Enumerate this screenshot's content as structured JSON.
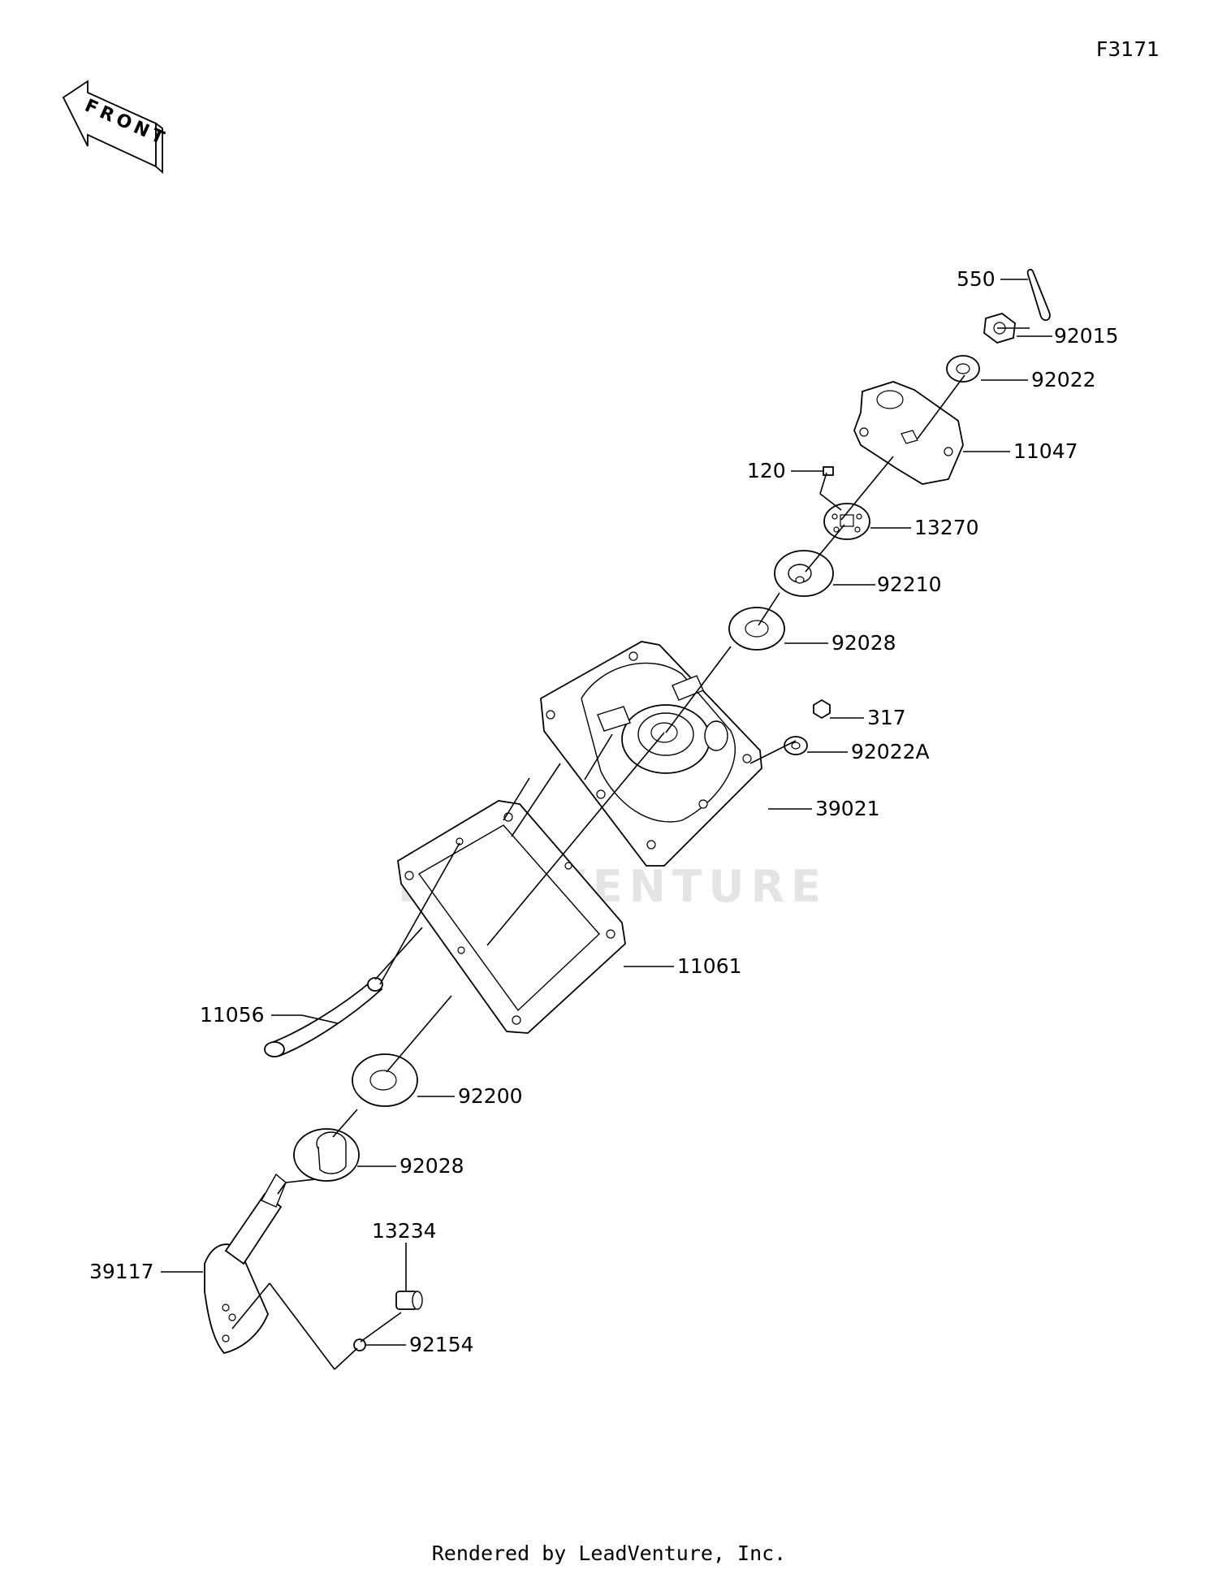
{
  "figure_id": "F3171",
  "front_label": "FRONT",
  "watermark": "LEADVENTURE",
  "footer": "Rendered by LeadVenture, Inc.",
  "parts": [
    {
      "key": "p550",
      "label": "550"
    },
    {
      "key": "p92015",
      "label": "92015"
    },
    {
      "key": "p92022",
      "label": "92022"
    },
    {
      "key": "p11047",
      "label": "11047"
    },
    {
      "key": "p120",
      "label": "120"
    },
    {
      "key": "p13270",
      "label": "13270"
    },
    {
      "key": "p92210",
      "label": "92210"
    },
    {
      "key": "p92028a",
      "label": "92028"
    },
    {
      "key": "p317",
      "label": "317"
    },
    {
      "key": "p92022a",
      "label": "92022A"
    },
    {
      "key": "p39021",
      "label": "39021"
    },
    {
      "key": "p11061",
      "label": "11061"
    },
    {
      "key": "p11056",
      "label": "11056"
    },
    {
      "key": "p92200",
      "label": "92200"
    },
    {
      "key": "p92028b",
      "label": "92028"
    },
    {
      "key": "p13234",
      "label": "13234"
    },
    {
      "key": "p39117",
      "label": "39117"
    },
    {
      "key": "p92154",
      "label": "92154"
    }
  ]
}
